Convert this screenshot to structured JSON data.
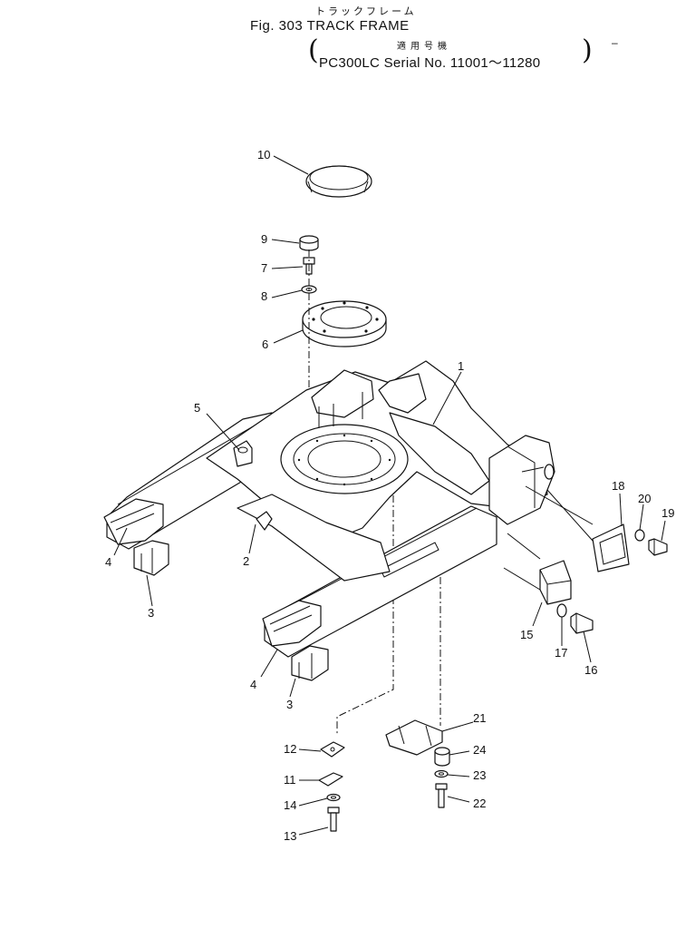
{
  "title": {
    "jp_name": "トラックフレーム",
    "fig_label": "Fig. 303  TRACK  FRAME",
    "jp_applicable": "適用号機",
    "serial_range": "PC300LC  Serial  No. 11001～11280",
    "paren_left": "(",
    "paren_right": ")",
    "side_mark": "–"
  },
  "callouts": [
    "1",
    "2",
    "3",
    "3",
    "4",
    "4",
    "5",
    "6",
    "7",
    "8",
    "9",
    "10",
    "11",
    "12",
    "13",
    "14",
    "15",
    "16",
    "17",
    "18",
    "19",
    "20",
    "21",
    "22",
    "23",
    "24"
  ]
}
